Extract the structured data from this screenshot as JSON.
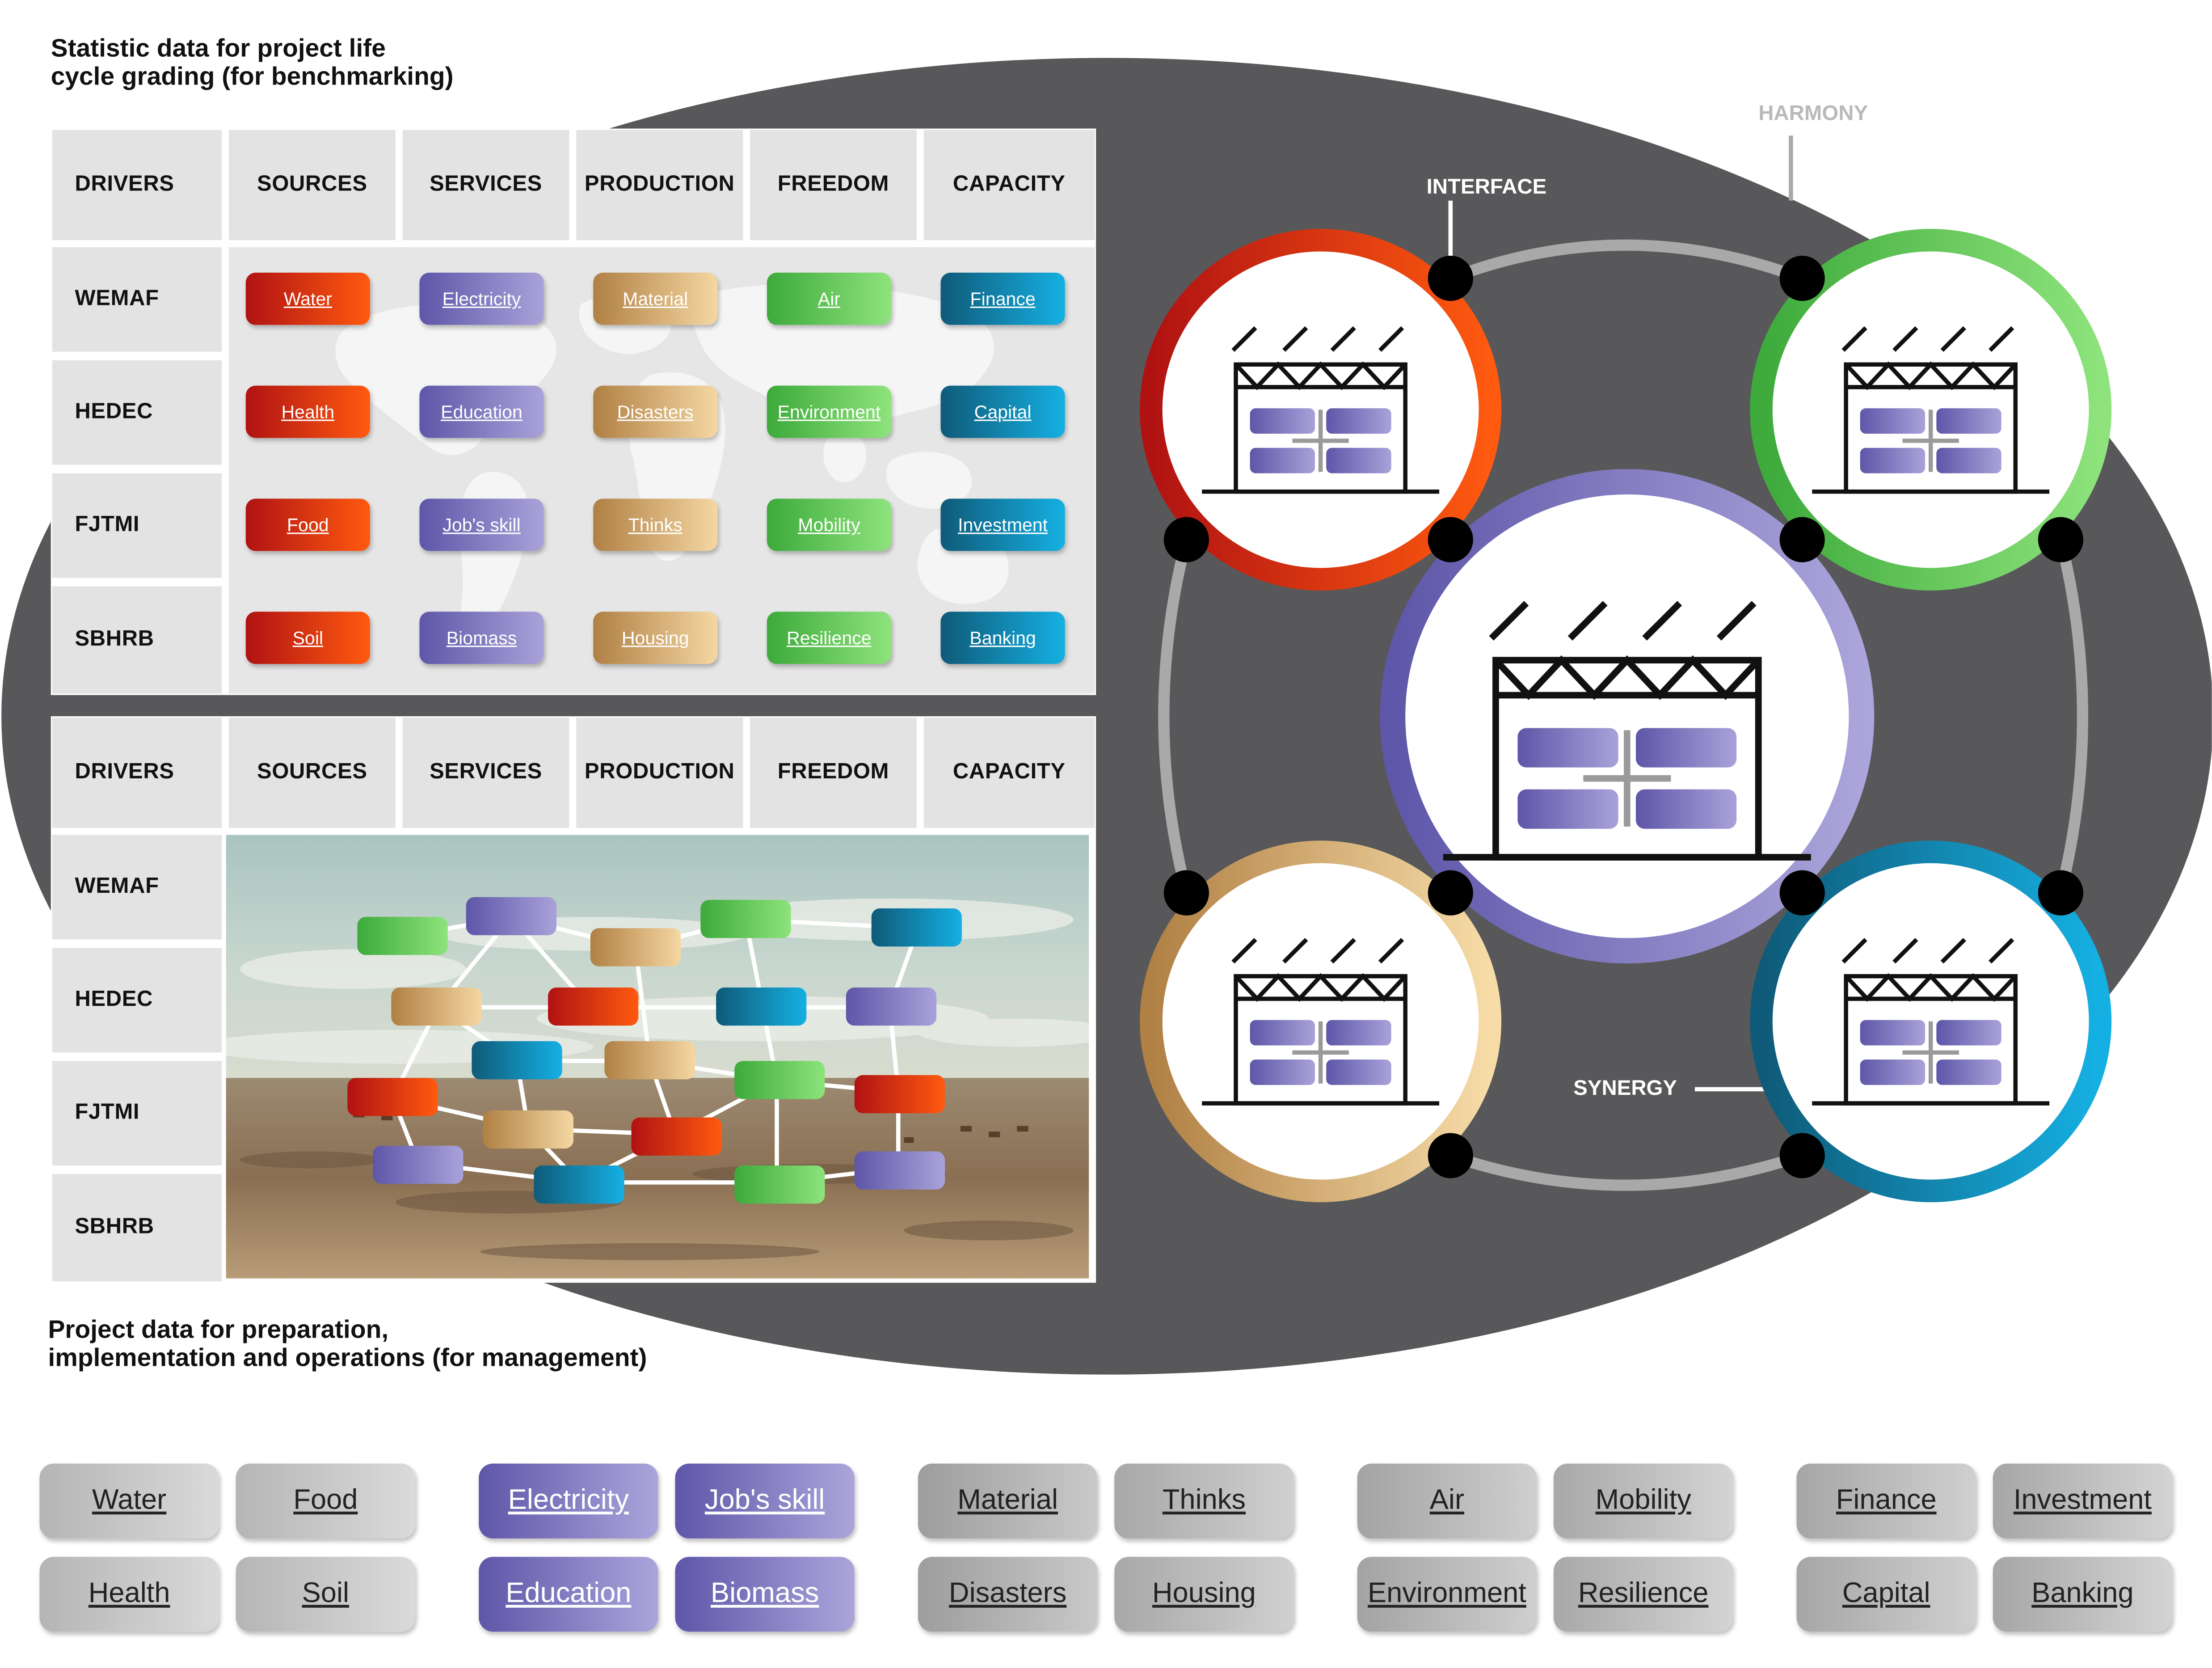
{
  "captions": {
    "top": "Statistic data for project life\ncycle grading (for benchmarking)",
    "bottom": "Project data for preparation,\nimplementation and operations (for management)"
  },
  "headers": [
    "DRIVERS",
    "SOURCES",
    "SERVICES",
    "PRODUCTION",
    "FREEDOM",
    "CAPACITY"
  ],
  "drivers": [
    "WEMAF",
    "HEDEC",
    "FJTMI",
    "SBHRB"
  ],
  "grid": [
    [
      "Water",
      "Electricity",
      "Material",
      "Air",
      "Finance"
    ],
    [
      "Health",
      "Education",
      "Disasters",
      "Environment",
      "Capital"
    ],
    [
      "Food",
      "Job's skill",
      "Thinks",
      "Mobility",
      "Investment"
    ],
    [
      "Soil",
      "Biomass",
      "Housing",
      "Resilience",
      "Banking"
    ]
  ],
  "diagram_labels": {
    "harmony": "HARMONY",
    "interface": "INTERFACE",
    "synergy": "SYNERGY"
  },
  "legend": {
    "sources": [
      "Water",
      "Food",
      "Health",
      "Soil"
    ],
    "services": [
      "Electricity",
      "Job's skill",
      "Education",
      "Biomass"
    ],
    "production": [
      "Material",
      "Thinks",
      "Disasters",
      "Housing"
    ],
    "freedom": [
      "Air",
      "Mobility",
      "Environment",
      "Resilience"
    ],
    "capacity": [
      "Finance",
      "Investment",
      "Capital",
      "Banking"
    ]
  },
  "colors": {
    "sources": "#d02a12",
    "services": "#7a72c0",
    "production": "#d7b07a",
    "freedom": "#4cbf4a",
    "capacity": "#1587b3",
    "ellipse": "#58585a"
  }
}
